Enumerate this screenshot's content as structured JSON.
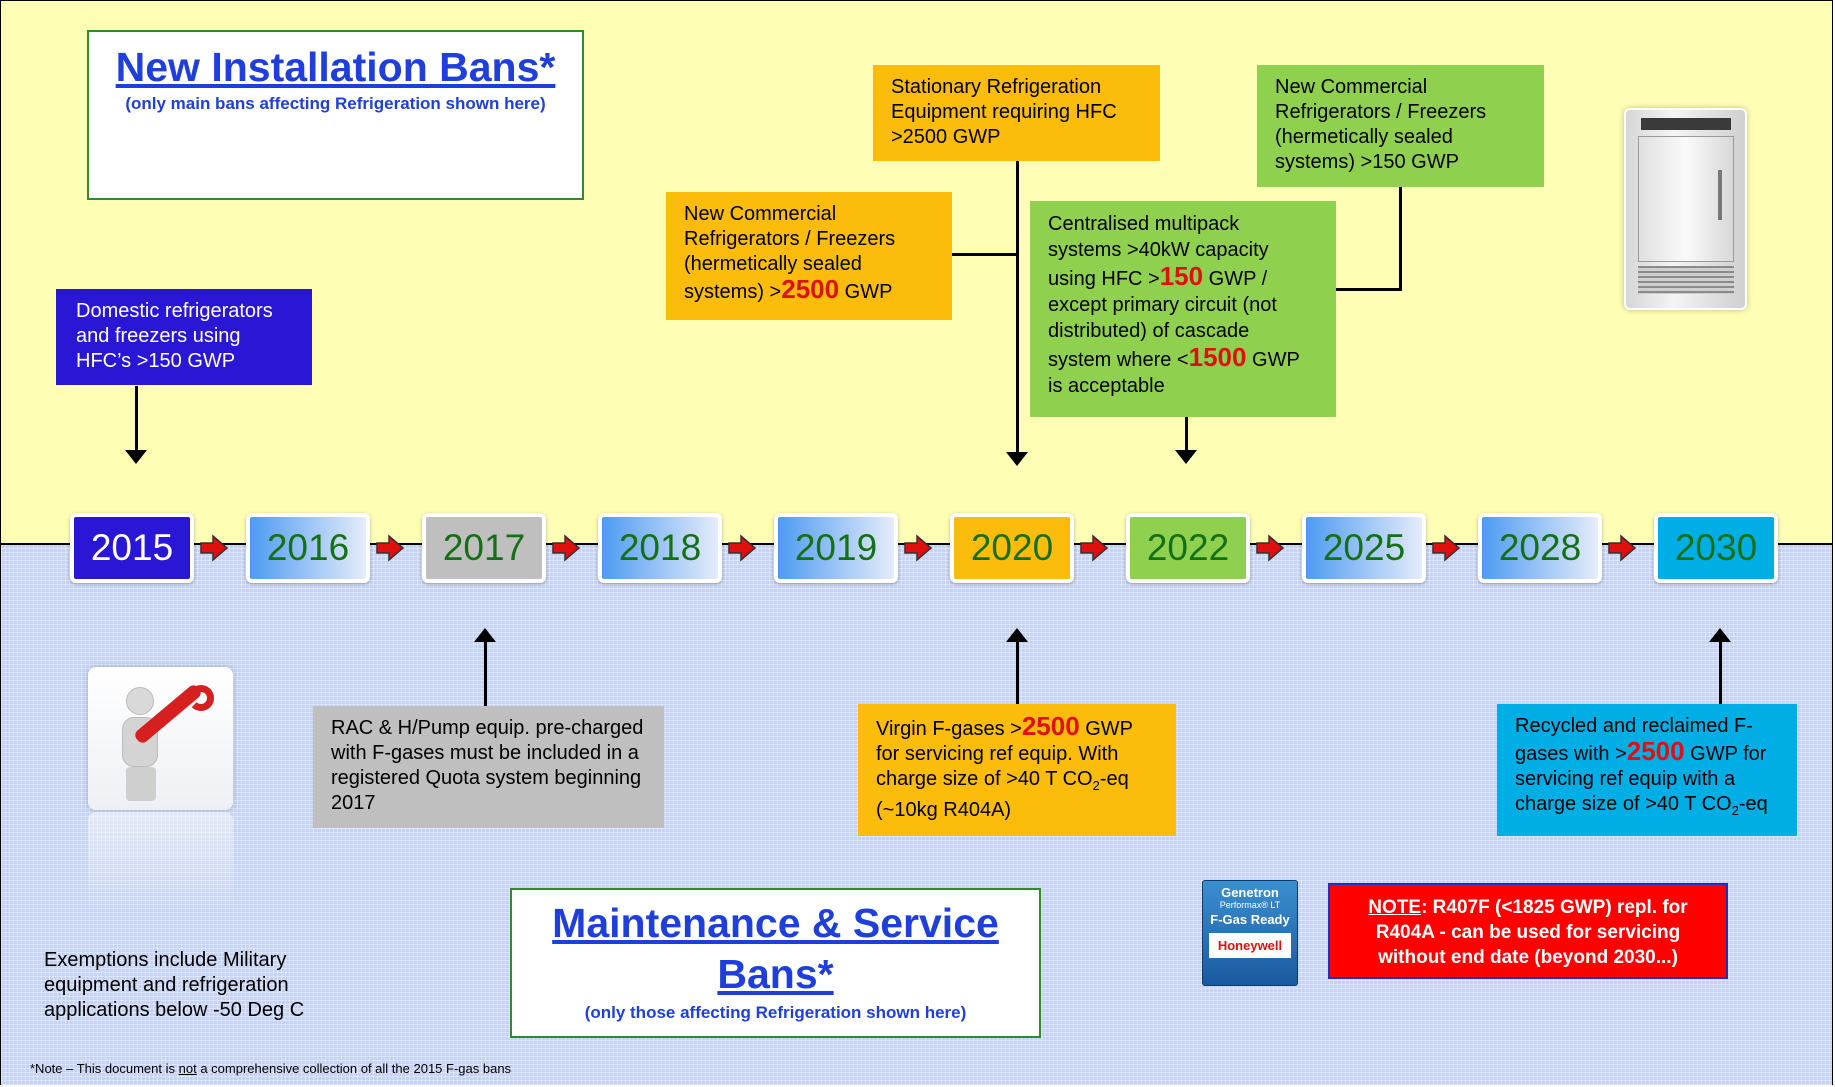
{
  "titles": {
    "new_installation": {
      "title": "New Installation Bans*",
      "subtitle": "(only main bans affecting Refrigeration shown here)"
    },
    "maintenance": {
      "title": "Maintenance & Service Bans*",
      "subtitle": "(only those affecting Refrigeration shown here)"
    }
  },
  "years": [
    "2015",
    "2016",
    "2017",
    "2018",
    "2019",
    "2020",
    "2022",
    "2025",
    "2028",
    "2030"
  ],
  "top_notes": {
    "domestic": "Domestic refrigerators and freezers using HFC’s >150 GWP",
    "commercial_2500": {
      "text_a": "New Commercial Refrigerators / Freezers (hermetically sealed systems) >",
      "value": "2500",
      "text_b": " GWP"
    },
    "stationary": "Stationary Refrigeration Equipment requiring HFC >2500 GWP",
    "multipack": {
      "text_a": "Centralised multipack systems >40kW capacity using HFC >",
      "value_a": "150",
      "text_b": " GWP / except primary circuit  (not distributed) of cascade system where  <",
      "value_b": "1500",
      "text_c": " GWP is acceptable"
    },
    "commercial_150": "New Commercial Refrigerators / Freezers (hermetically sealed systems) >150 GWP"
  },
  "bottom_notes": {
    "rac": "RAC & H/Pump equip. pre-charged with F-gases must be included in a registered Quota system beginning 2017",
    "virgin": {
      "text_a": "Virgin F-gases >",
      "value": "2500",
      "text_b": " GWP for servicing ref equip. With charge size of >40 T CO",
      "sub": "2",
      "text_c": "-eq (~10kg R404A)"
    },
    "recycled": {
      "text_a": "Recycled  and reclaimed F-gases with >",
      "value": "2500",
      "text_b": " GWP for servicing ref equip with a charge size of >40 T CO",
      "sub": "2",
      "text_c": "-eq"
    },
    "exemptions": "Exemptions include Military equipment and refrigeration applications below -50 Deg C"
  },
  "honeywell_badge": {
    "line1": "Genetron",
    "line2": "Performax® LT",
    "line3": "F-Gas Ready",
    "brand": "Honeywell"
  },
  "red_note": {
    "label": "NOTE",
    "text": ": R407F (<1825 GWP) repl. for R404A - can be used for servicing without end date  (beyond 2030...)"
  },
  "footnote": {
    "text_a": "*Note – This document is ",
    "underlined": "not",
    "text_b": " a comprehensive collection of all the  2015 F-gas bans"
  },
  "colors": {
    "blue": "#2a17d6",
    "orange": "#fbbc0c",
    "green": "#8fd14f",
    "gray": "#bfbfbf",
    "cyan": "#00aee6",
    "red": "#ff0000"
  }
}
